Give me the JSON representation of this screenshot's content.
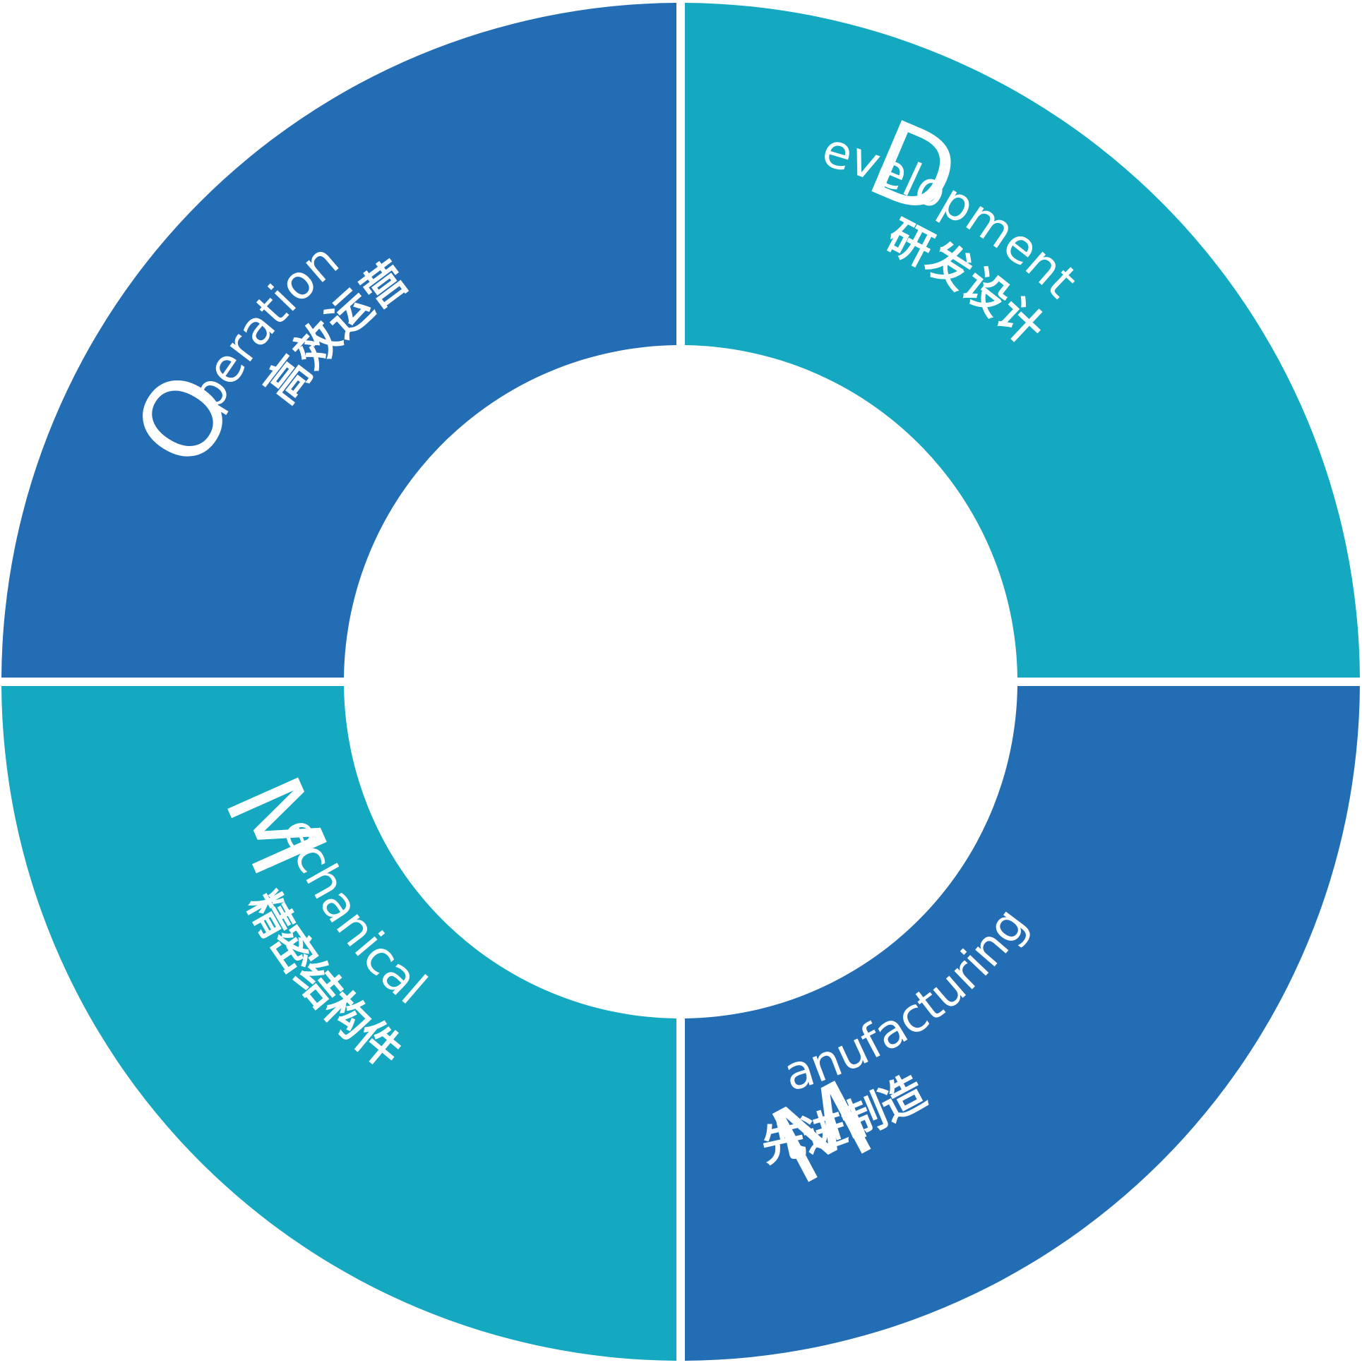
{
  "colors": {
    "dark_blue": "#236db5",
    "teal": "#14a8c1",
    "background": "#ffffff",
    "text": "#ffffff"
  },
  "segments": [
    {
      "id": "operation",
      "color": "#236db5",
      "initial": "O",
      "word": "peration",
      "cn": "高效运营"
    },
    {
      "id": "development",
      "color": "#14a8c1",
      "initial": "D",
      "word": "evelopment",
      "cn": "研发设计"
    },
    {
      "id": "manufacturing",
      "color": "#236db5",
      "initial": "M",
      "word": "anufacturing",
      "cn": "先进制造"
    },
    {
      "id": "mechanical",
      "color": "#14a8c1",
      "initial": "M",
      "word": "echanical",
      "cn": "精密结构件"
    }
  ]
}
